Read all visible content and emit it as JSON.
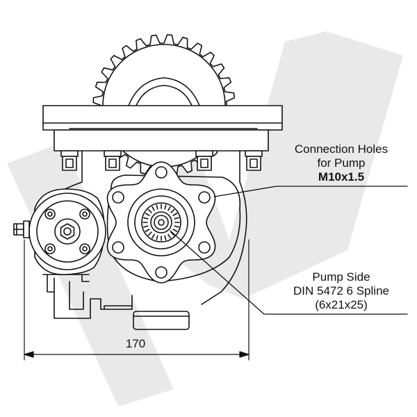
{
  "callouts": {
    "connection": {
      "line1": "Connection Holes",
      "line2": "for Pump",
      "spec": "M10x1.5"
    },
    "pump_side": {
      "line1": "Pump Side",
      "line2": "DIN 5472 6 Spline",
      "line3": "(6x21x25)"
    }
  },
  "dimension": {
    "width": "170"
  },
  "colors": {
    "line": "#111111",
    "watermark": "#e9e9e9"
  }
}
